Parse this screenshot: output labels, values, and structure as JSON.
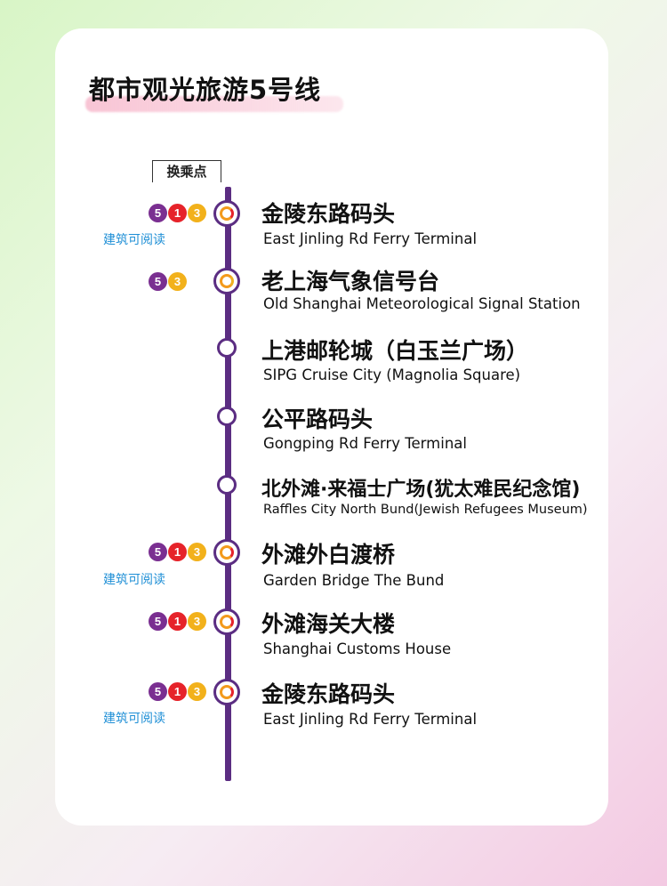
{
  "title": "都市观光旅游5号线",
  "transfer_label": "换乘点",
  "read_label": "建筑可阅读",
  "line_colors": {
    "line5": "#7a2f91",
    "line1": "#e6232a",
    "line3": "#f2b11b",
    "route": "#5b2d82"
  },
  "stations": [
    {
      "zh": "金陵东路码头",
      "en": "East Jinling Rd Ferry Terminal",
      "badges": [
        "5",
        "1",
        "3"
      ],
      "read": true
    },
    {
      "zh": "老上海气象信号台",
      "en": "Old Shanghai Meteorological Signal Station",
      "badges": [
        "5",
        "3"
      ],
      "read": false
    },
    {
      "zh": "上港邮轮城（白玉兰广场）",
      "en": "SIPG Cruise City (Magnolia Square)",
      "badges": [],
      "read": false
    },
    {
      "zh": "公平路码头",
      "en": "Gongping Rd Ferry Terminal",
      "badges": [],
      "read": false
    },
    {
      "zh": "北外滩·来福士广场(犹太难民纪念馆)",
      "en": "Raffles City  North Bund(Jewish Refugees Museum)",
      "badges": [],
      "read": false
    },
    {
      "zh": "外滩外白渡桥",
      "en": "Garden Bridge The Bund",
      "badges": [
        "5",
        "1",
        "3"
      ],
      "read": true
    },
    {
      "zh": "外滩海关大楼",
      "en": "Shanghai Customs House",
      "badges": [
        "5",
        "1",
        "3"
      ],
      "read": false
    },
    {
      "zh": "金陵东路码头",
      "en": "East Jinling Rd Ferry Terminal",
      "badges": [
        "5",
        "1",
        "3"
      ],
      "read": true
    }
  ]
}
